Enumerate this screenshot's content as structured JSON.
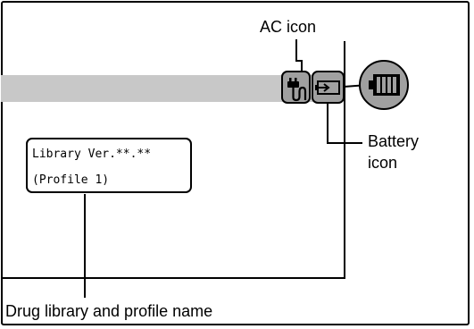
{
  "screen": {
    "library_line": "Library Ver.**.**",
    "profile_line": "(Profile 1)"
  },
  "callouts": {
    "ac_icon": "AC icon",
    "battery_icon_line1": "Battery",
    "battery_icon_line2": "icon",
    "drug_library": "Drug library and profile name"
  },
  "icons": [
    "ac-plug-icon",
    "battery-charging-icon",
    "battery-level-icon"
  ],
  "colors": {
    "status_bar": "#c8c8c8",
    "icon_fill": "#a0a0a0",
    "line": "#000000"
  }
}
